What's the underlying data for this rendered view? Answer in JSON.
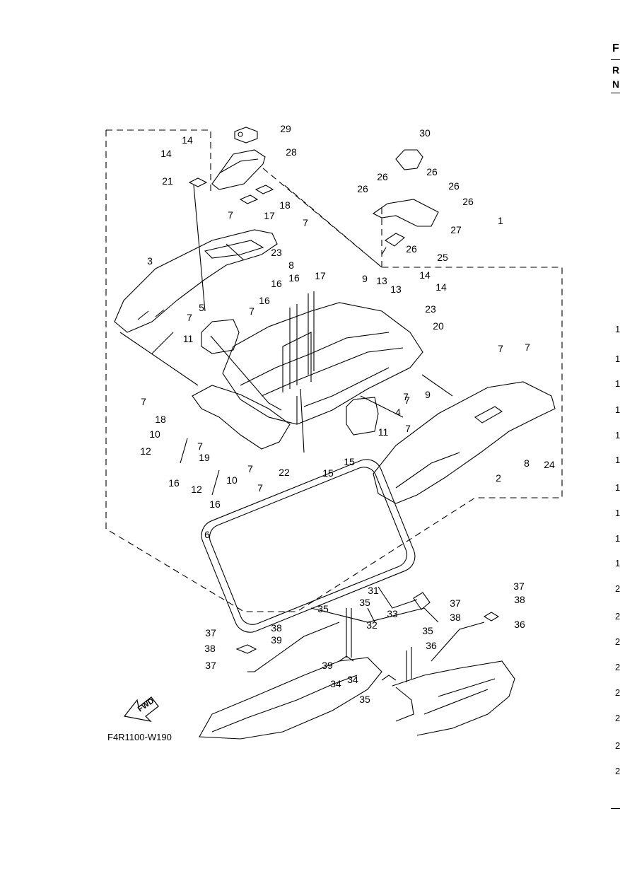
{
  "diagram": {
    "figure_code": "F4R1100-W190",
    "fwd_label": "FWD",
    "callouts": [
      {
        "n": "1"
      },
      {
        "n": "2"
      },
      {
        "n": "3"
      },
      {
        "n": "4"
      },
      {
        "n": "5"
      },
      {
        "n": "6"
      },
      {
        "n": "7"
      },
      {
        "n": "7"
      },
      {
        "n": "7"
      },
      {
        "n": "7"
      },
      {
        "n": "7"
      },
      {
        "n": "7"
      },
      {
        "n": "7"
      },
      {
        "n": "7"
      },
      {
        "n": "7"
      },
      {
        "n": "7"
      },
      {
        "n": "7"
      },
      {
        "n": "7"
      },
      {
        "n": "7"
      },
      {
        "n": "8"
      },
      {
        "n": "8"
      },
      {
        "n": "9"
      },
      {
        "n": "9"
      },
      {
        "n": "10"
      },
      {
        "n": "10"
      },
      {
        "n": "11"
      },
      {
        "n": "11"
      },
      {
        "n": "12"
      },
      {
        "n": "12"
      },
      {
        "n": "13"
      },
      {
        "n": "13"
      },
      {
        "n": "14"
      },
      {
        "n": "14"
      },
      {
        "n": "14"
      },
      {
        "n": "14"
      },
      {
        "n": "15"
      },
      {
        "n": "15"
      },
      {
        "n": "16"
      },
      {
        "n": "16"
      },
      {
        "n": "16"
      },
      {
        "n": "16"
      },
      {
        "n": "16"
      },
      {
        "n": "17"
      },
      {
        "n": "17"
      },
      {
        "n": "18"
      },
      {
        "n": "18"
      },
      {
        "n": "19"
      },
      {
        "n": "20"
      },
      {
        "n": "21"
      },
      {
        "n": "22"
      },
      {
        "n": "23"
      },
      {
        "n": "23"
      },
      {
        "n": "24"
      },
      {
        "n": "25"
      },
      {
        "n": "26"
      },
      {
        "n": "26"
      },
      {
        "n": "26"
      },
      {
        "n": "26"
      },
      {
        "n": "26"
      },
      {
        "n": "26"
      },
      {
        "n": "27"
      },
      {
        "n": "28"
      },
      {
        "n": "29"
      },
      {
        "n": "30"
      },
      {
        "n": "31"
      },
      {
        "n": "32"
      },
      {
        "n": "33"
      },
      {
        "n": "34"
      },
      {
        "n": "34"
      },
      {
        "n": "35"
      },
      {
        "n": "35"
      },
      {
        "n": "35"
      },
      {
        "n": "35"
      },
      {
        "n": "36"
      },
      {
        "n": "36"
      },
      {
        "n": "37"
      },
      {
        "n": "37"
      },
      {
        "n": "37"
      },
      {
        "n": "37"
      },
      {
        "n": "38"
      },
      {
        "n": "38"
      },
      {
        "n": "38"
      },
      {
        "n": "38"
      },
      {
        "n": "39"
      },
      {
        "n": "39"
      }
    ]
  },
  "edge": {
    "heading_letter": "F",
    "sub_letters": [
      "R",
      "N"
    ],
    "row_digits": [
      "1",
      "1",
      "1",
      "1",
      "1",
      "1",
      "1",
      "1",
      "1",
      "1",
      "2",
      "2",
      "2",
      "2",
      "2",
      "2",
      "2",
      "2"
    ]
  }
}
